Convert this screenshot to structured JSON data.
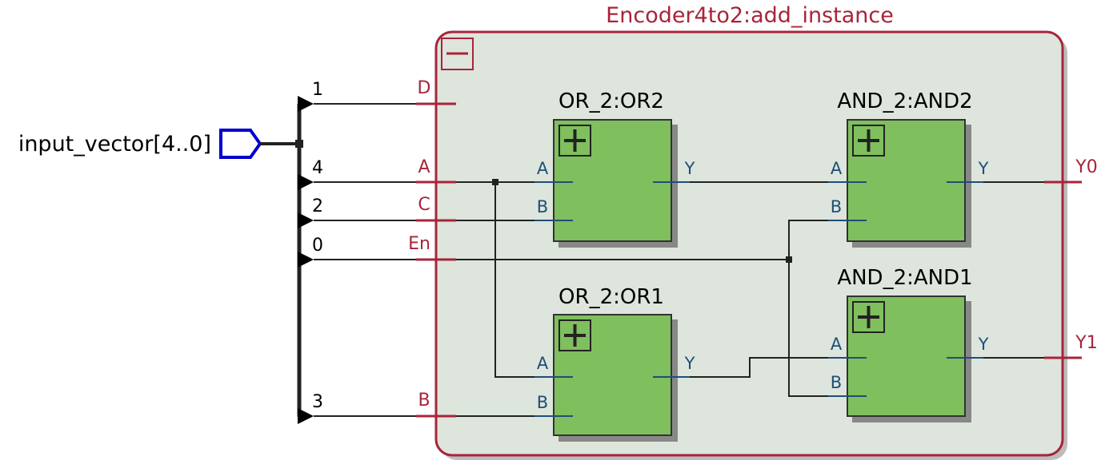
{
  "instance_title": "Encoder4to2:add_instance",
  "input_port": {
    "label": "input_vector[4..0]"
  },
  "bus_taps": [
    "1",
    "4",
    "2",
    "0",
    "3"
  ],
  "instance_ports": {
    "inputs": [
      "D",
      "A",
      "C",
      "En",
      "B"
    ],
    "outputs": [
      "Y0",
      "Y1"
    ]
  },
  "blocks": {
    "or2": {
      "title": "OR_2:OR2",
      "pin_a": "A",
      "pin_b": "B",
      "pin_y": "Y"
    },
    "or1": {
      "title": "OR_2:OR1",
      "pin_a": "A",
      "pin_b": "B",
      "pin_y": "Y"
    },
    "and2": {
      "title": "AND_2:AND2",
      "pin_a": "A",
      "pin_b": "B",
      "pin_y": "Y"
    },
    "and1": {
      "title": "AND_2:AND1",
      "pin_a": "A",
      "pin_b": "B",
      "pin_y": "Y"
    }
  },
  "colors": {
    "instance_border": "#a8243a",
    "instance_fill": "#dde5dc",
    "block_fill": "#7fbf5d",
    "pin_label": "#1f4e79",
    "port_label": "#a8243a",
    "input_pin": "#0000cc",
    "wire": "#222222"
  },
  "icons": {
    "collapse": "minus-icon",
    "expand": "plus-icon"
  }
}
